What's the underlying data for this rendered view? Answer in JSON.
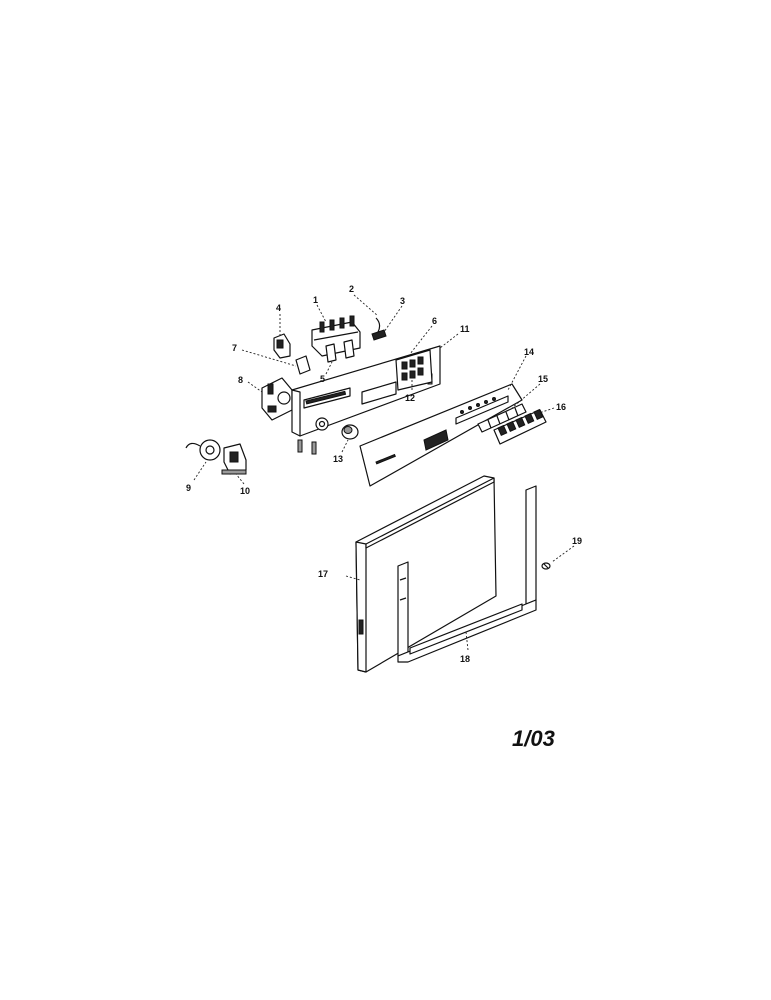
{
  "diagram": {
    "revision": "1/03",
    "callouts": [
      "1",
      "2",
      "3",
      "4",
      "5",
      "6",
      "7",
      "8",
      "9",
      "10",
      "11",
      "12",
      "13",
      "14",
      "15",
      "16",
      "17",
      "18",
      "19"
    ]
  }
}
